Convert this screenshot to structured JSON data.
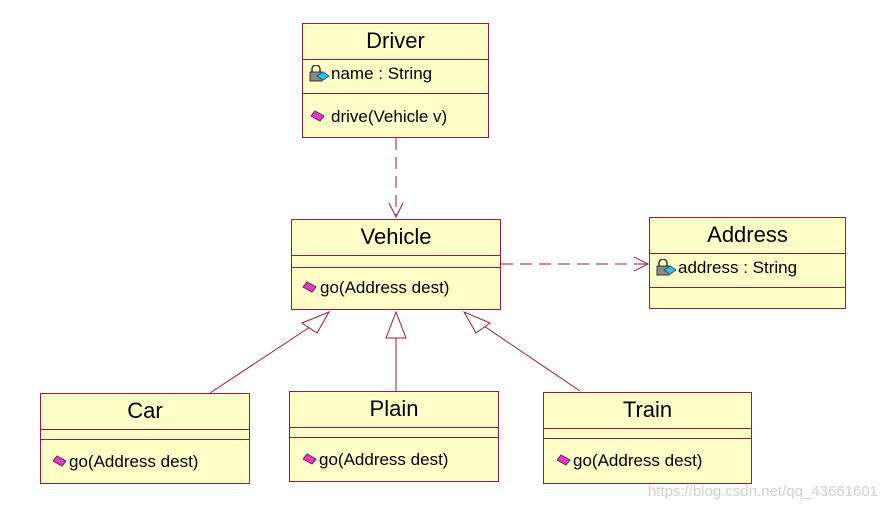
{
  "classes": {
    "driver": {
      "name": "Driver",
      "attribute": "name : String",
      "operation": "drive(Vehicle v)"
    },
    "vehicle": {
      "name": "Vehicle",
      "operation": "go(Address dest)"
    },
    "address": {
      "name": "Address",
      "attribute": "address : String"
    },
    "car": {
      "name": "Car",
      "operation": "go(Address dest)"
    },
    "plain": {
      "name": "Plain",
      "operation": "go(Address dest)"
    },
    "train": {
      "name": "Train",
      "operation": "go(Address dest)"
    }
  },
  "relationships": [
    {
      "type": "dependency",
      "from": "Driver",
      "to": "Vehicle"
    },
    {
      "type": "dependency",
      "from": "Vehicle",
      "to": "Address"
    },
    {
      "type": "generalization",
      "from": "Car",
      "to": "Vehicle"
    },
    {
      "type": "generalization",
      "from": "Plain",
      "to": "Vehicle"
    },
    {
      "type": "generalization",
      "from": "Train",
      "to": "Vehicle"
    }
  ],
  "colors": {
    "class_fill": "#ffffc8",
    "class_border": "#9a1a3a",
    "operation_icon": "#e040c0",
    "attribute_icon": "#30c0e0"
  },
  "watermark": "https://blog.csdn.net/qq_43661601"
}
